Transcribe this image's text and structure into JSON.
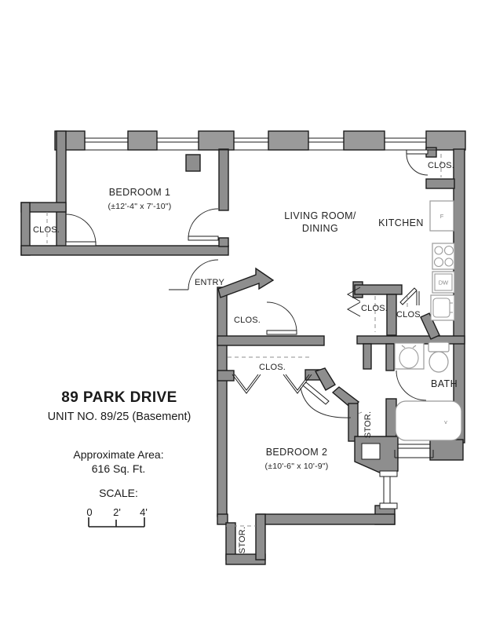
{
  "plan": {
    "title": "89 PARK DRIVE",
    "unit": "UNIT NO. 89/25 (Basement)",
    "area_label": "Approximate Area:",
    "area_value": "616 Sq. Ft.",
    "scale_label": "SCALE:",
    "scale_ticks": {
      "t0": "0",
      "t1": "2'",
      "t2": "4'"
    },
    "rooms": {
      "bedroom1": {
        "name": "BEDROOM 1",
        "dims": "(±12'-4\" x 7'-10\")"
      },
      "living": {
        "line1": "LIVING ROOM/",
        "line2": "DINING"
      },
      "kitchen": {
        "name": "KITCHEN"
      },
      "bedroom2": {
        "name": "BEDROOM 2",
        "dims": "(±10'-6\" x 10'-9\")"
      },
      "bath": {
        "name": "BATH"
      },
      "entry": {
        "name": "ENTRY"
      }
    },
    "labels": {
      "closet": "CLOS.",
      "storage": "STOR.",
      "fridge": "F",
      "dishwasher": "DW",
      "tub_mark": "v"
    },
    "colors": {
      "wall": "#8e8e8e",
      "outline": "#1c1c1c",
      "fixture": "#9a9a9a",
      "text": "#222222",
      "background": "#ffffff"
    }
  }
}
